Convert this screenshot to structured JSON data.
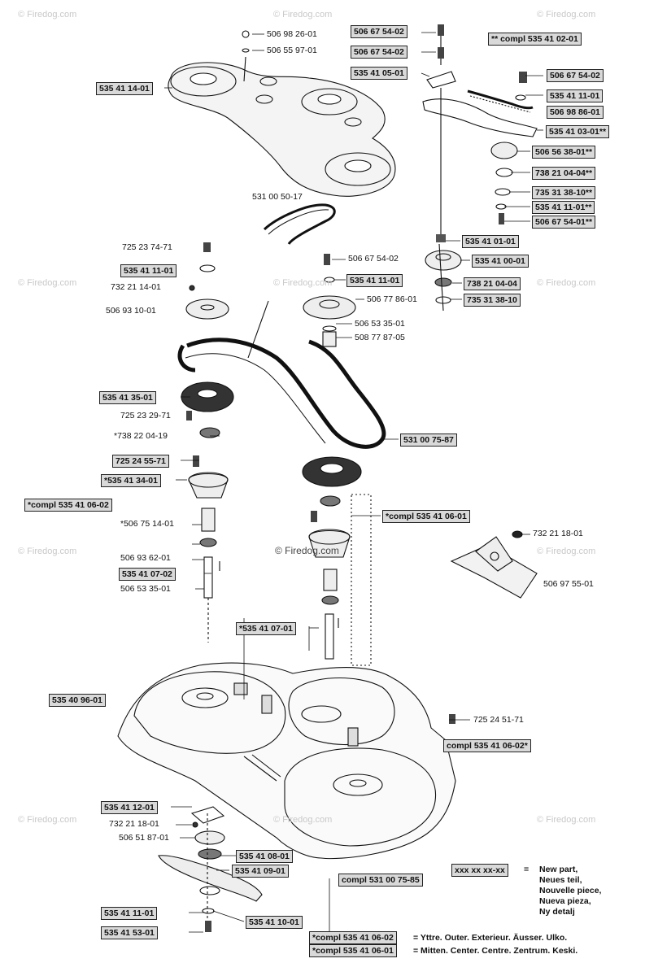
{
  "watermark": "© Firedog.com",
  "center_watermark": "© Firedog.com",
  "plain_labels": [
    "506 98 26-01",
    "506 55 97-01",
    "531 00 50-17",
    "725 23 74-71",
    "732 21 14-01",
    "506 93 10-01",
    "506 67 54-02",
    "506 77 86-01",
    "506 53 35-01",
    "508 77 87-05",
    "725 23 29-71",
    "*738 22 04-19",
    "*506 75 14-01",
    "506 93 62-01",
    "506 53 35-01",
    "732 21 18-01",
    "506 97 55-01",
    "725 24 51-71",
    "732 21 18-01",
    "506 51 87-01"
  ],
  "boxed_labels": [
    "506 67 54-02",
    "506 67 54-02",
    "535 41 05-01",
    "** compl 535 41 02-01",
    "535 41 14-01",
    "506 67 54-02",
    "535 41 11-01",
    "506 98 86-01",
    "535 41 03-01**",
    "506 56 38-01**",
    "738 21 04-04**",
    "735 31 38-10**",
    "535 41 11-01**",
    "506 67 54-01**",
    "535 41 01-01",
    "535 41 00-01",
    "535 41 11-01",
    "738 21 04-04",
    "735 31 38-10",
    "535 41 11-01",
    "535 41 35-01",
    "531 00 75-87",
    "725 24 55-71",
    "*535 41 34-01",
    "*compl 535 41 06-02",
    "*compl 535 41 06-01",
    "535 41 07-02",
    "*535 41 07-01",
    "535 40 96-01",
    "compl 535 41 06-02*",
    "535 41 12-01",
    "535 41 08-01",
    "535 41 09-01",
    "compl 531 00 75-85",
    "535 41 11-01",
    "535 41 10-01",
    "535 41 53-01"
  ],
  "legend": {
    "sample": "xxx xx xx-xx",
    "equals": "=",
    "new_part": [
      "New part,",
      "Neues teil,",
      "Nouvelle piece,",
      "Nueva pieza,",
      "Ny detalj"
    ],
    "outer_code": "*compl 535 41 06-02",
    "outer_text": "= Yttre. Outer. Exterieur. Äusser. Ulko.",
    "center_code": "*compl 535 41 06-01",
    "center_text": "= Mitten. Center. Centre. Zentrum. Keski."
  }
}
